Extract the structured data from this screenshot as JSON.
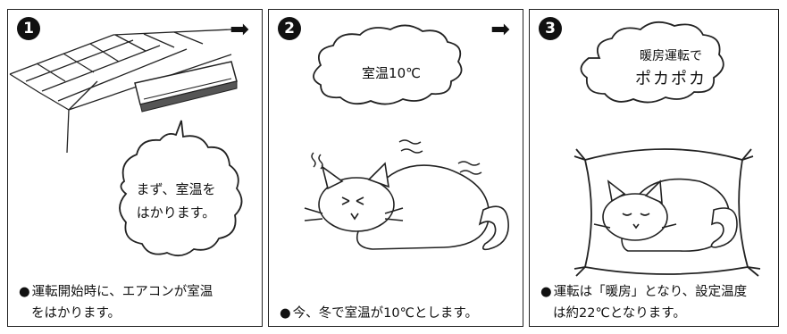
{
  "panels": [
    {
      "number": "1",
      "speech_line1": "まず、室温を",
      "speech_line2": "はかります。",
      "caption_line1": "運転開始時に、エアコンが室温",
      "caption_line2": "をはかります。"
    },
    {
      "number": "2",
      "cloud_text": "室温10℃",
      "caption_line1": "今、冬で室温が10℃とします。"
    },
    {
      "number": "3",
      "cloud_line1": "暖房運転で",
      "cloud_line2": "ポカポカ",
      "caption_line1": "運転は「暖房」となり、設定温度",
      "caption_line2": "は約22℃となります。"
    }
  ],
  "bullet": "●",
  "arrow": "➡"
}
